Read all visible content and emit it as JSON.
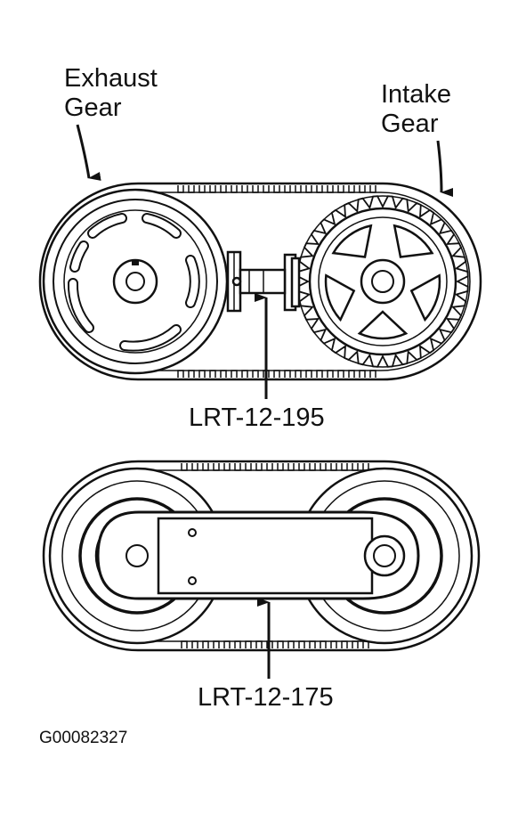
{
  "labels": {
    "exhaust_line1": "Exhaust",
    "exhaust_line2": "Gear",
    "intake_line1": "Intake",
    "intake_line2": "Gear",
    "tool_upper": "LRT-12-195",
    "tool_lower": "LRT-12-175",
    "figure_id": "G00082327"
  },
  "colors": {
    "ink": "#111111",
    "background": "#ffffff"
  }
}
